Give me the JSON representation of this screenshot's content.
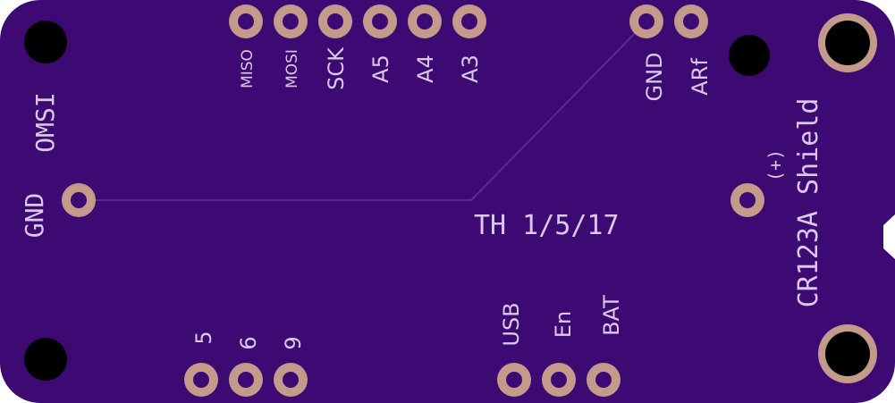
{
  "board": {
    "colors": {
      "soldermask": "#3d0a73",
      "pad_copper": "#c49a8a",
      "drill": "#000000",
      "silkscreen": "#d9c8ea",
      "trace": "#5a2a8e",
      "background": "#ffffff"
    },
    "top_header": {
      "pins": [
        "MISO",
        "MOSI",
        "SCK",
        "A5",
        "A4",
        "A3"
      ]
    },
    "right_header": {
      "pins": [
        "GND",
        "ARf"
      ]
    },
    "left_labels": {
      "omsi": "OMSI",
      "gnd": "GND"
    },
    "bottom_left_header": {
      "pins": [
        "5",
        "6",
        "9"
      ]
    },
    "bottom_right_header": {
      "pins": [
        "USB",
        "En",
        "BAT"
      ]
    },
    "date_text": "TH 1/5/17",
    "shield_text": {
      "line1": "(+)",
      "line2": "CR123A Shield"
    }
  }
}
